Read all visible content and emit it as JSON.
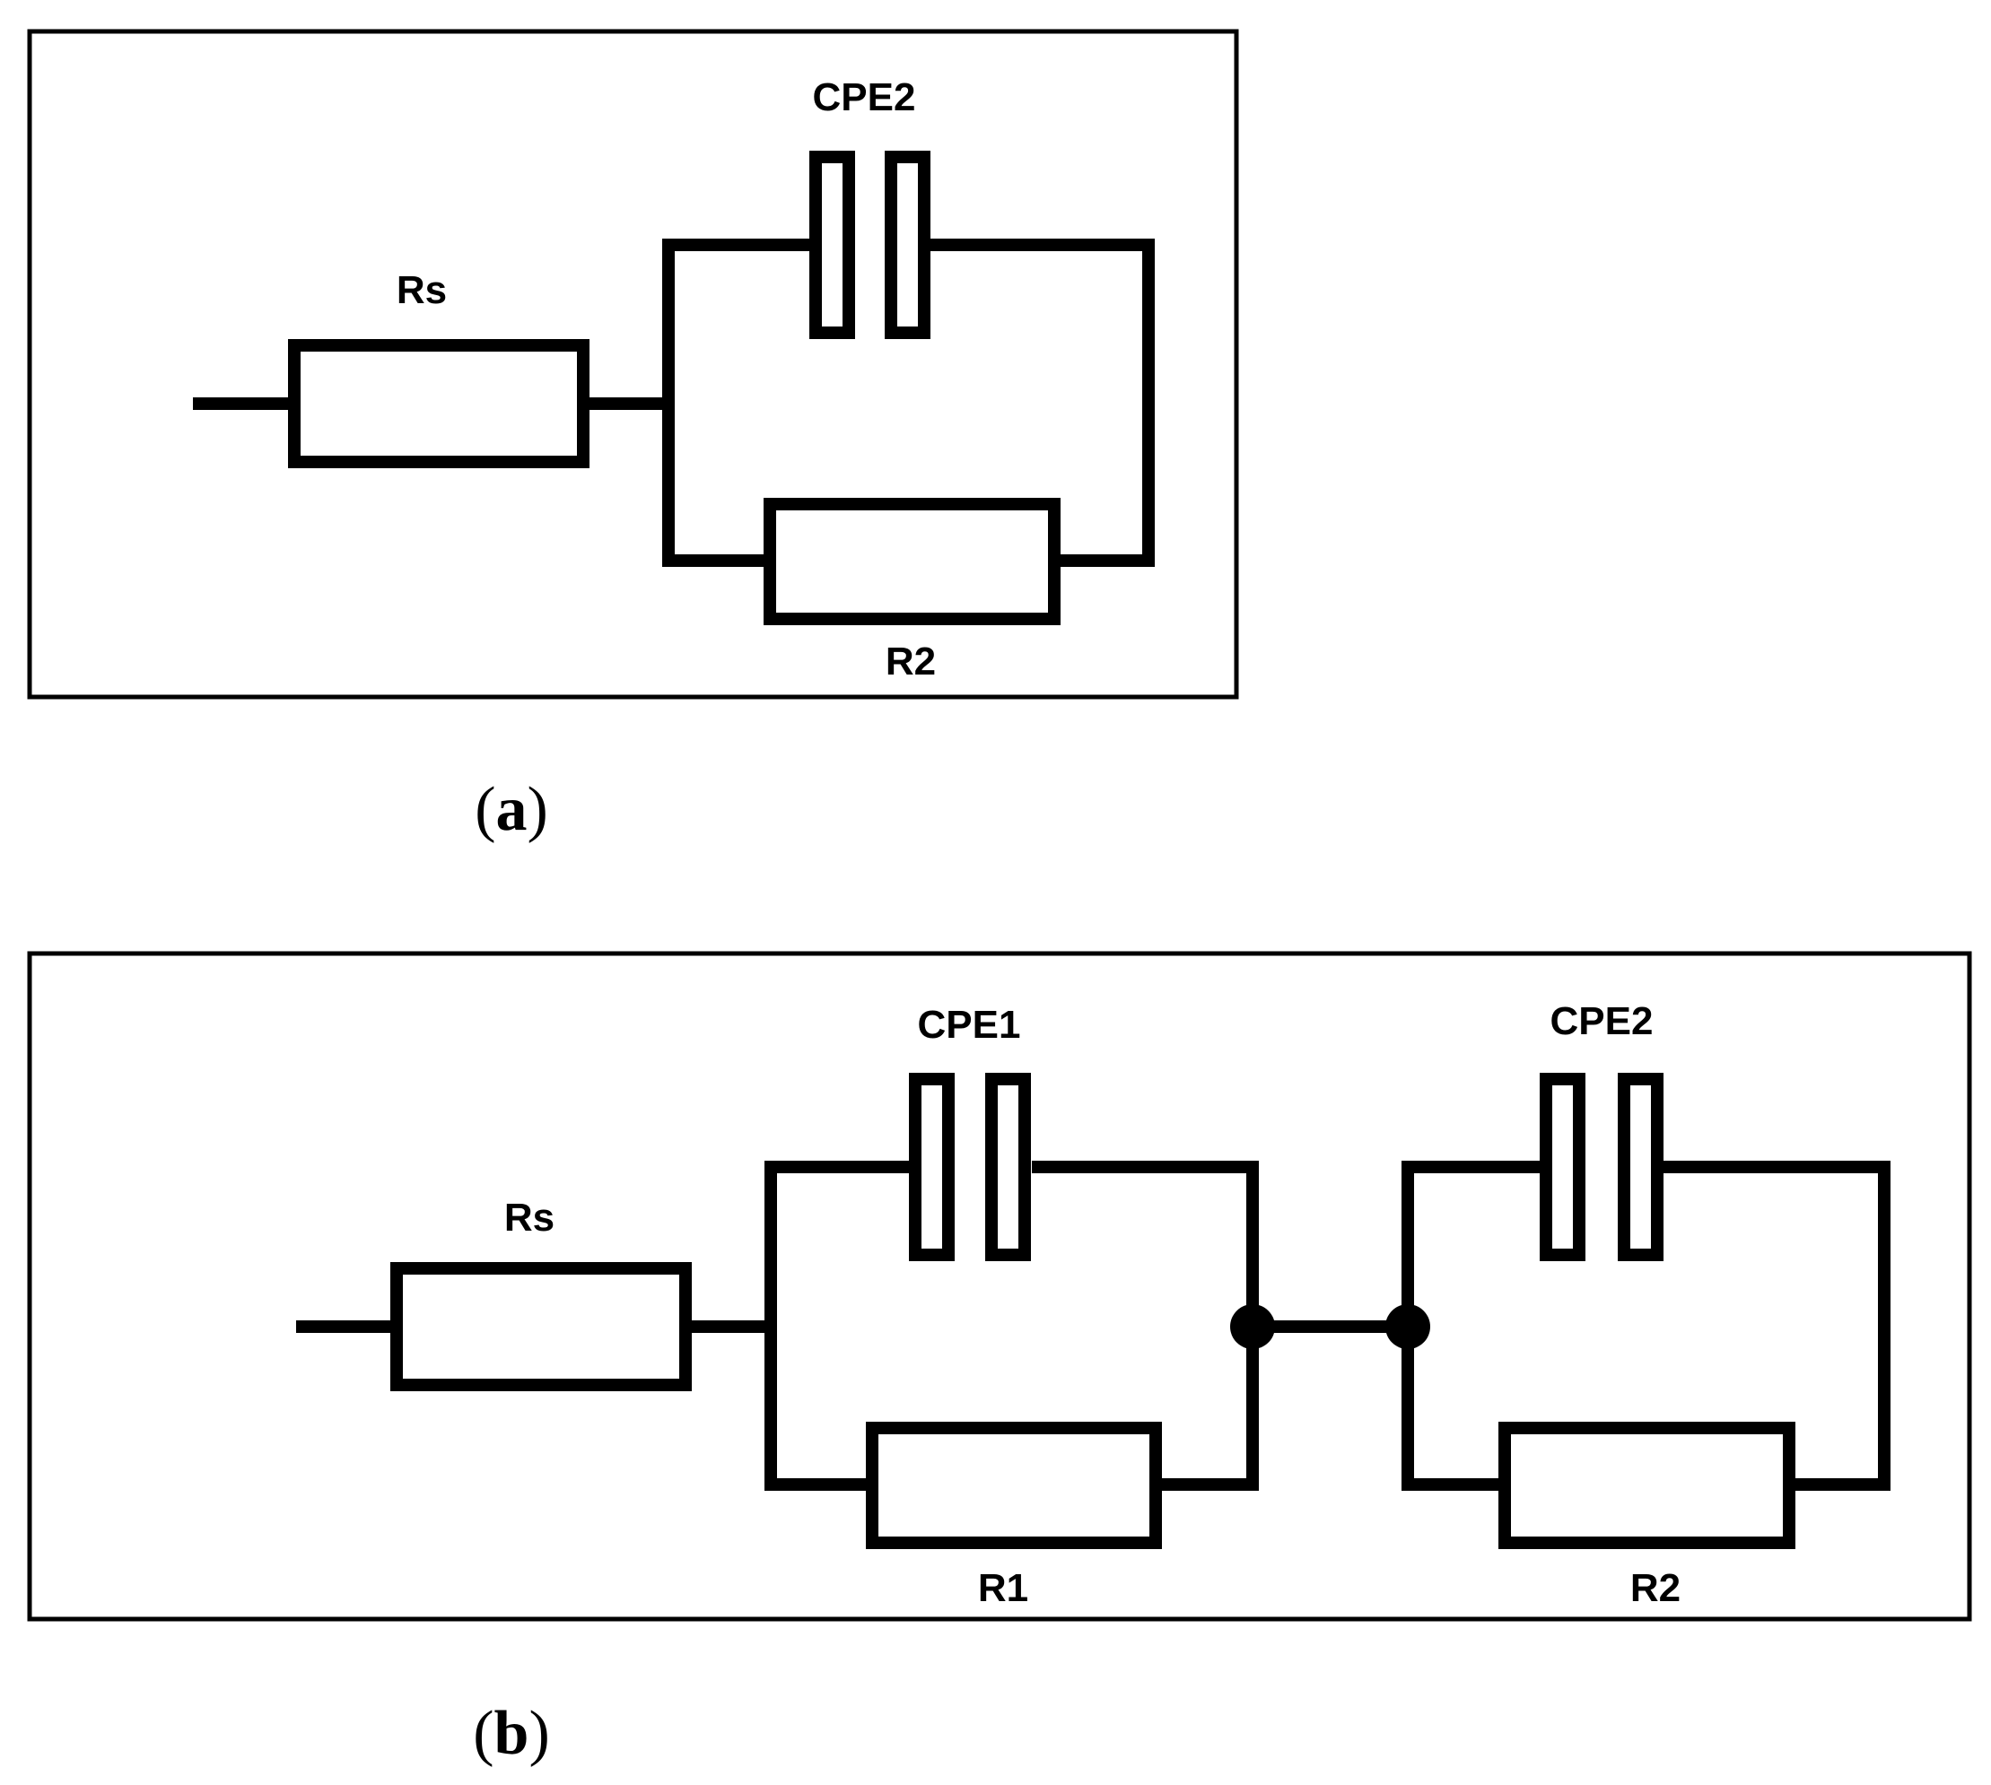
{
  "panels": [
    {
      "id": "a",
      "caption_open": "(",
      "caption_letter": "a",
      "caption_close": ")",
      "labels": {
        "rs": "Rs",
        "cpe2": "CPE2",
        "r2": "R2"
      }
    },
    {
      "id": "b",
      "caption_open": "(",
      "caption_letter": "b",
      "caption_close": ")",
      "labels": {
        "rs": "Rs",
        "cpe1": "CPE1",
        "r1": "R1",
        "cpe2": "CPE2",
        "r2": "R2"
      }
    }
  ],
  "colors": {
    "ink": "#000000",
    "background": "#ffffff"
  }
}
